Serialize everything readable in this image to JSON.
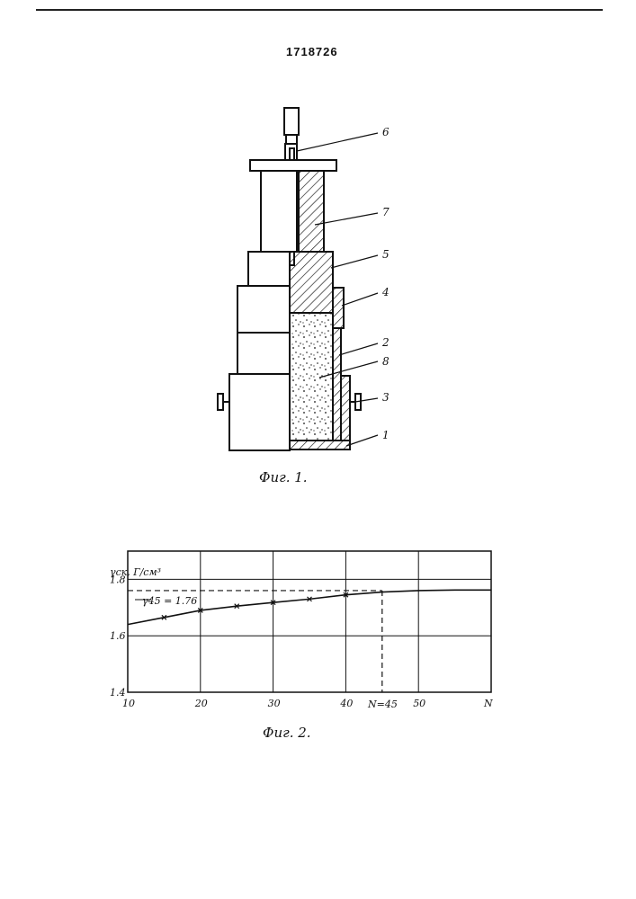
{
  "document": {
    "patent_number": "1718726"
  },
  "figure1": {
    "caption": "Фиг. 1.",
    "part_labels": [
      "1",
      "2",
      "3",
      "4",
      "5",
      "6",
      "7",
      "8"
    ]
  },
  "figure2": {
    "caption": "Фиг. 2.",
    "y_axis_label": "γск, Г/см³",
    "annotation_value": "γ45 = 1.76",
    "annotation_n": "N=45",
    "x_axis_end_label": "N"
  },
  "chart_data": {
    "type": "line",
    "xlabel": "N",
    "ylabel": "γск, Г/см³",
    "xlim": [
      10,
      60
    ],
    "ylim": [
      1.4,
      1.9
    ],
    "x_ticks": [
      "10",
      "20",
      "30",
      "40",
      "50"
    ],
    "y_ticks": [
      "1.4",
      "1.6",
      "1.8"
    ],
    "grid": true,
    "series": [
      {
        "x": [
          10,
          15,
          20,
          25,
          30,
          35,
          40,
          45,
          50,
          55,
          60
        ],
        "values": [
          1.64,
          1.665,
          1.69,
          1.705,
          1.718,
          1.73,
          1.745,
          1.755,
          1.76,
          1.762,
          1.762
        ]
      }
    ],
    "annotations": [
      {
        "text": "γ45 = 1.76",
        "x": 45,
        "y": 1.76
      },
      {
        "text": "N=45",
        "x": 45
      }
    ]
  },
  "colors": {
    "ink": "#111111",
    "paper": "#ffffff"
  }
}
